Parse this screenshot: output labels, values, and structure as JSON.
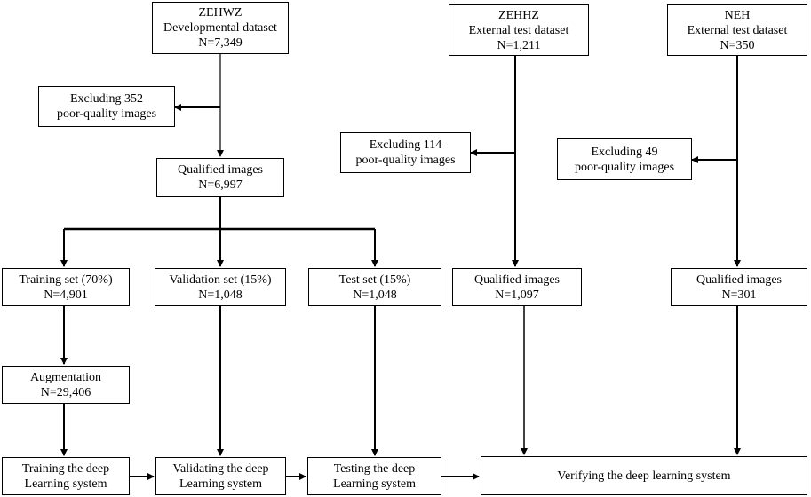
{
  "boxes": {
    "zehwz": {
      "line1": "ZEHWZ",
      "line2": "Developmental dataset",
      "line3": "N=7,349"
    },
    "excl352": {
      "line1": "Excluding 352",
      "line2": "poor-quality images"
    },
    "qual6997": {
      "line1": "Qualified images",
      "line2": "N=6,997"
    },
    "train": {
      "line1": "Training set (70%)",
      "line2": "N=4,901"
    },
    "val": {
      "line1": "Validation set (15%)",
      "line2": "N=1,048"
    },
    "test": {
      "line1": "Test set (15%)",
      "line2": "N=1,048"
    },
    "aug": {
      "line1": "Augmentation",
      "line2": "N=29,406"
    },
    "trainDL": {
      "line1": "Training the deep",
      "line2": "Learning system"
    },
    "valDL": {
      "line1": "Validating the deep",
      "line2": "Learning system"
    },
    "testDL": {
      "line1": "Testing the deep",
      "line2": "Learning system"
    },
    "zehhz": {
      "line1": "ZEHHZ",
      "line2": "External test dataset",
      "line3": "N=1,211"
    },
    "excl114": {
      "line1": "Excluding 114",
      "line2": "poor-quality images"
    },
    "qual1097": {
      "line1": "Qualified images",
      "line2": "N=1,097"
    },
    "neh": {
      "line1": "NEH",
      "line2": "External test dataset",
      "line3": "N=350"
    },
    "excl49": {
      "line1": "Excluding 49",
      "line2": "poor-quality images"
    },
    "qual301": {
      "line1": "Qualified images",
      "line2": "N=301"
    },
    "verify": {
      "line1": "Verifying the deep learning system"
    }
  }
}
